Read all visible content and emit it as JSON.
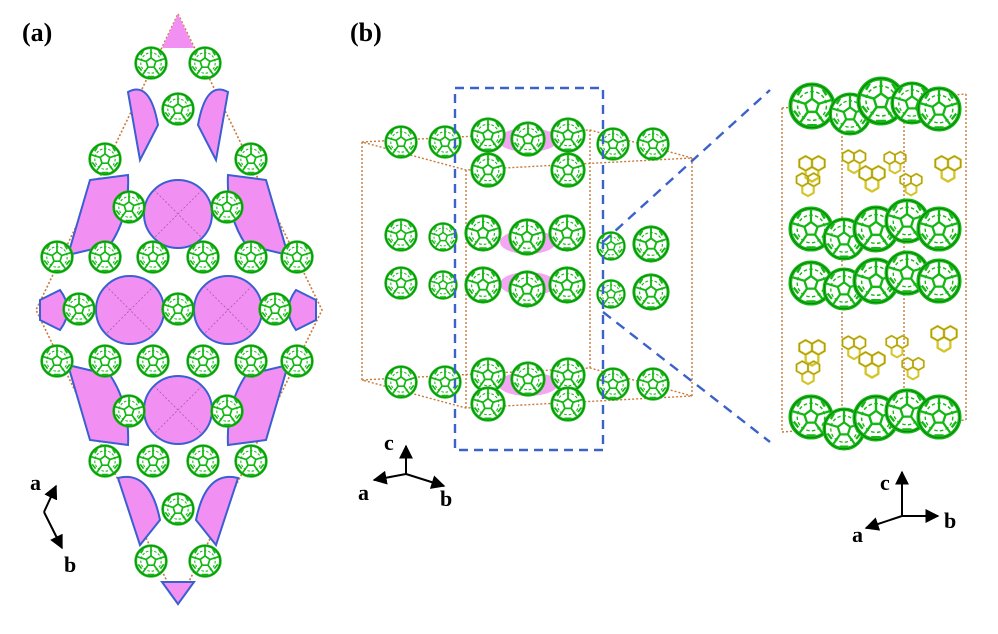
{
  "panels": [
    {
      "label": "(a)",
      "axes": [
        "a",
        "b"
      ]
    },
    {
      "label": "(b)",
      "axes": [
        "c",
        "a",
        "b"
      ]
    }
  ],
  "inset": {
    "axes": [
      "c",
      "a",
      "b"
    ]
  },
  "colors": {
    "fullerene": "#22cc22",
    "fullerene_stroke": "#0a8a0a",
    "pore": "#f28ff2",
    "pore_edge": "#3a5fd0",
    "cell_edge": "#c87a3a",
    "guest_molecule": "#d8cc30",
    "zoom_box": "#3a62c8"
  }
}
